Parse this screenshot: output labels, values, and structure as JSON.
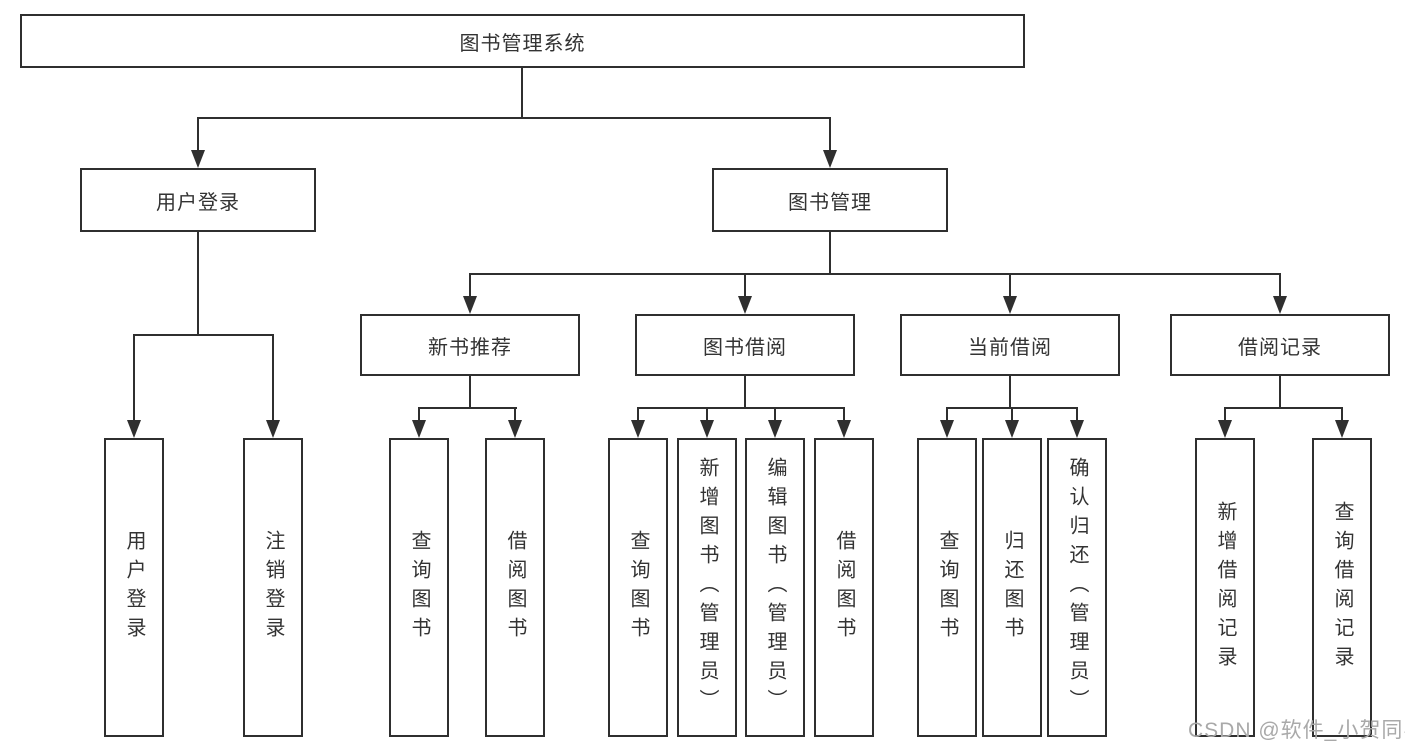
{
  "tree": {
    "label": "图书管理系统",
    "children": [
      {
        "label": "用户登录",
        "children": [
          {
            "label": "用户登录"
          },
          {
            "label": "注销登录"
          }
        ]
      },
      {
        "label": "图书管理",
        "children": [
          {
            "label": "新书推荐",
            "children": [
              {
                "label": "查询图书"
              },
              {
                "label": "借阅图书"
              }
            ]
          },
          {
            "label": "图书借阅",
            "children": [
              {
                "label": "查询图书"
              },
              {
                "label": "新增图书（管理员）"
              },
              {
                "label": "编辑图书（管理员）"
              },
              {
                "label": "借阅图书"
              }
            ]
          },
          {
            "label": "当前借阅",
            "children": [
              {
                "label": "查询图书"
              },
              {
                "label": "归还图书"
              },
              {
                "label": "确认归还（管理员）"
              }
            ]
          },
          {
            "label": "借阅记录",
            "children": [
              {
                "label": "新增借阅记录"
              },
              {
                "label": "查询借阅记录"
              }
            ]
          }
        ]
      }
    ]
  },
  "watermark": {
    "text": "CSDN @软件_小贺同学"
  },
  "colors": {
    "line": "#2f2f2f",
    "text": "#333333",
    "watermark": "#a9a9a9",
    "background": "#ffffff"
  }
}
